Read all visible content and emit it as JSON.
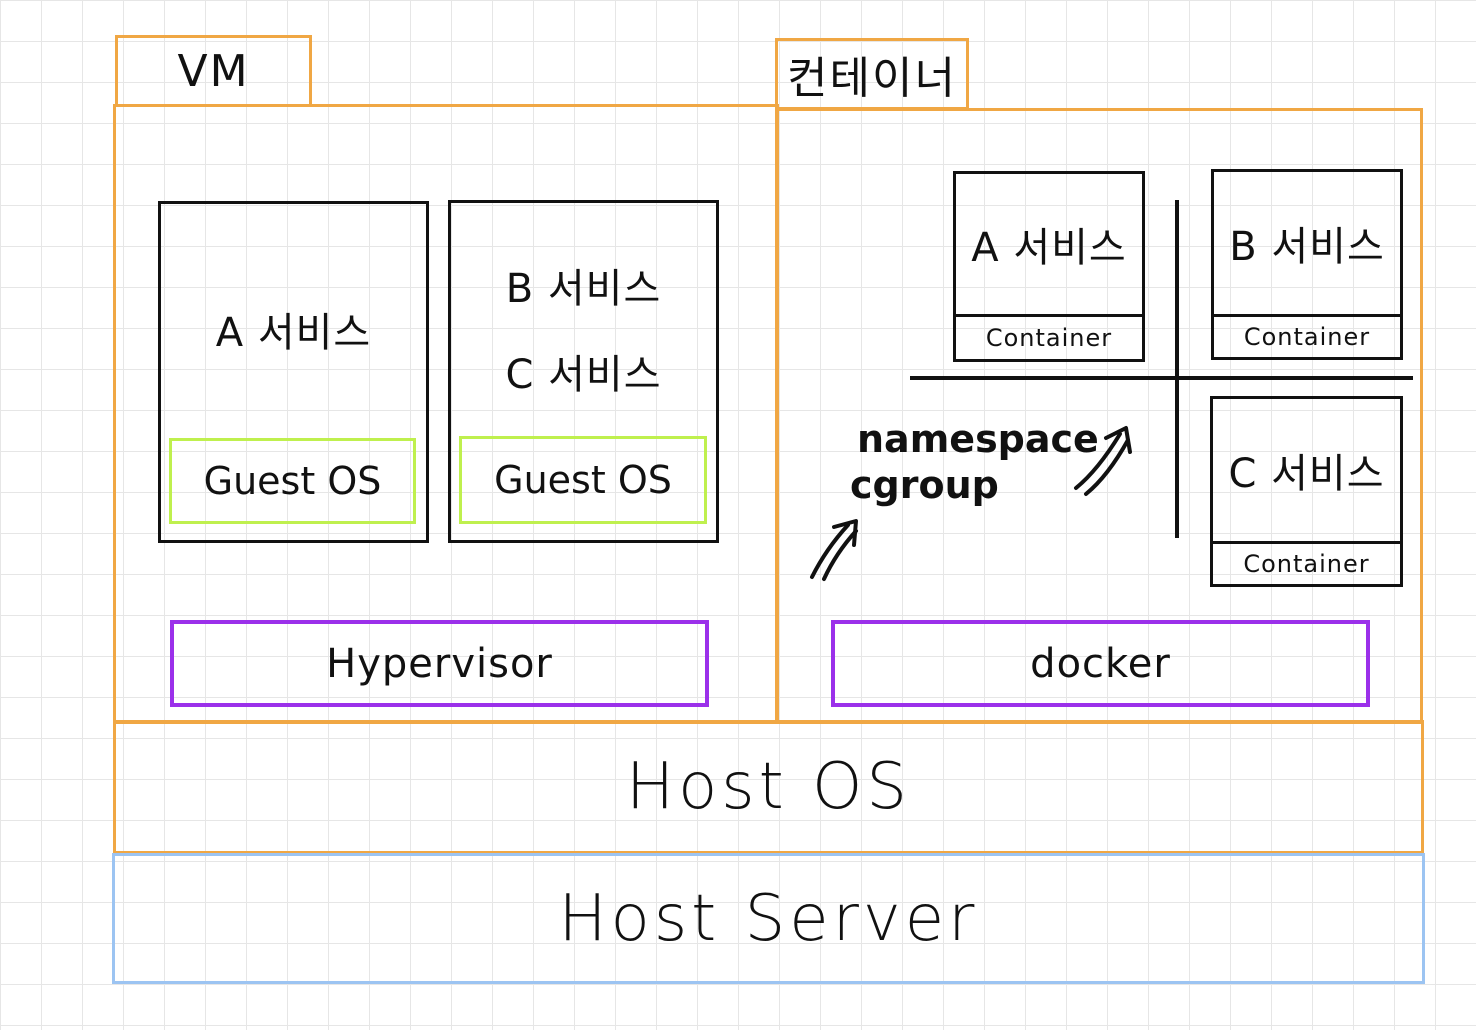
{
  "tabs": {
    "vm": "VM",
    "container": "컨테이너"
  },
  "vm": {
    "box1": {
      "services": [
        "A 서비스"
      ],
      "guest_os": "Guest OS"
    },
    "box2": {
      "services": [
        "B 서비스",
        "C 서비스"
      ],
      "guest_os": "Guest OS"
    },
    "hypervisor": "Hypervisor"
  },
  "container_side": {
    "containers": [
      {
        "service": "A 서비스",
        "label": "Container"
      },
      {
        "service": "B 서비스",
        "label": "Container"
      },
      {
        "service": "C 서비스",
        "label": "Container"
      }
    ],
    "isolation": [
      "namespace",
      "cgroup"
    ],
    "engine": "docker"
  },
  "host_os": "Host OS",
  "host_server": "Host Server",
  "colors": {
    "vm_container_frame": "#f0a744",
    "guest_os": "#bff04e",
    "runtime": "#9b30ea",
    "host_server": "#9cc4f2",
    "service_box": "#111111"
  }
}
